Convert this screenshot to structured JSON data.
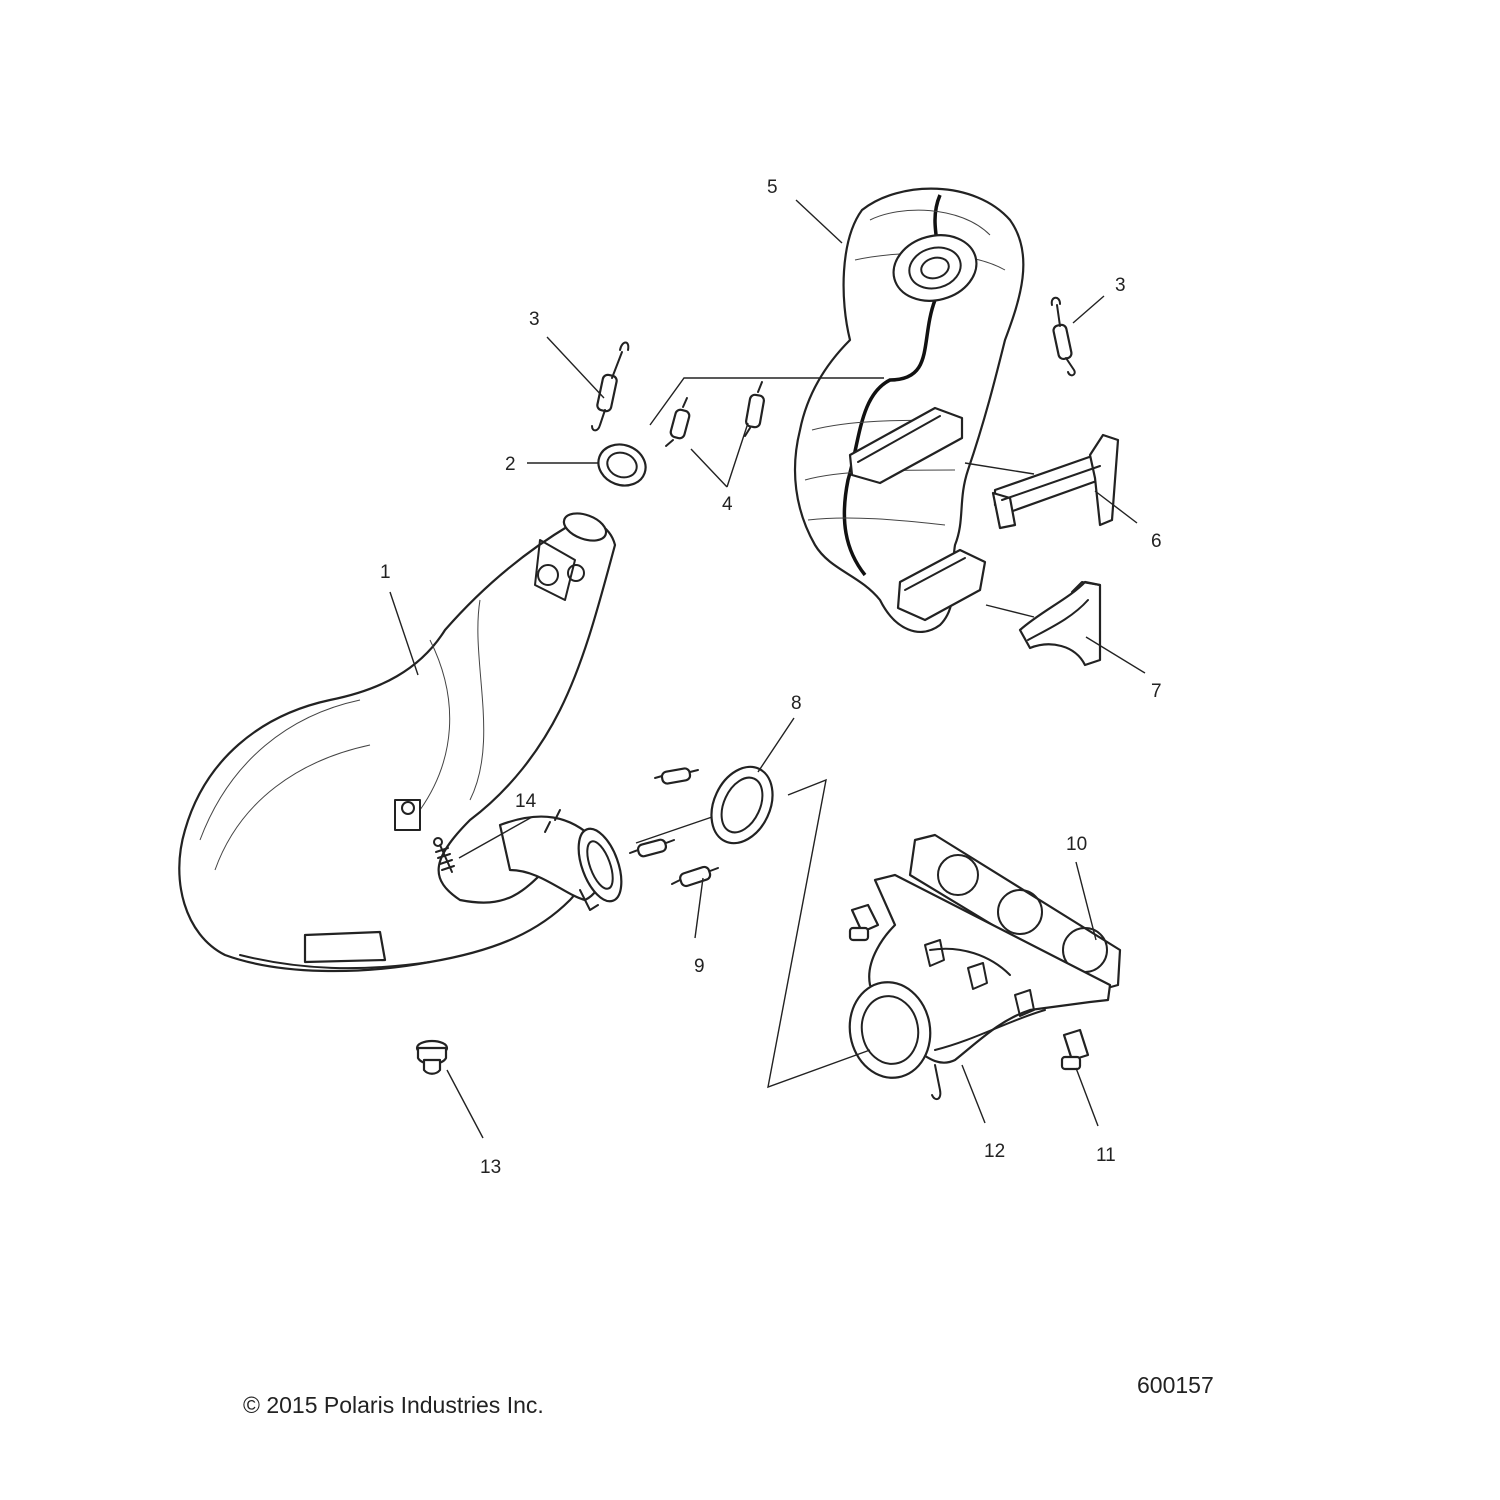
{
  "callouts": {
    "c1": "1",
    "c2": "2",
    "c3a": "3",
    "c3b": "3",
    "c4": "4",
    "c5": "5",
    "c6": "6",
    "c7": "7",
    "c8": "8",
    "c9": "9",
    "c10": "10",
    "c11": "11",
    "c12": "12",
    "c13": "13",
    "c14": "14"
  },
  "footer": {
    "copyright": "© 2015 Polaris Industries Inc.",
    "figure_id": "600157"
  }
}
